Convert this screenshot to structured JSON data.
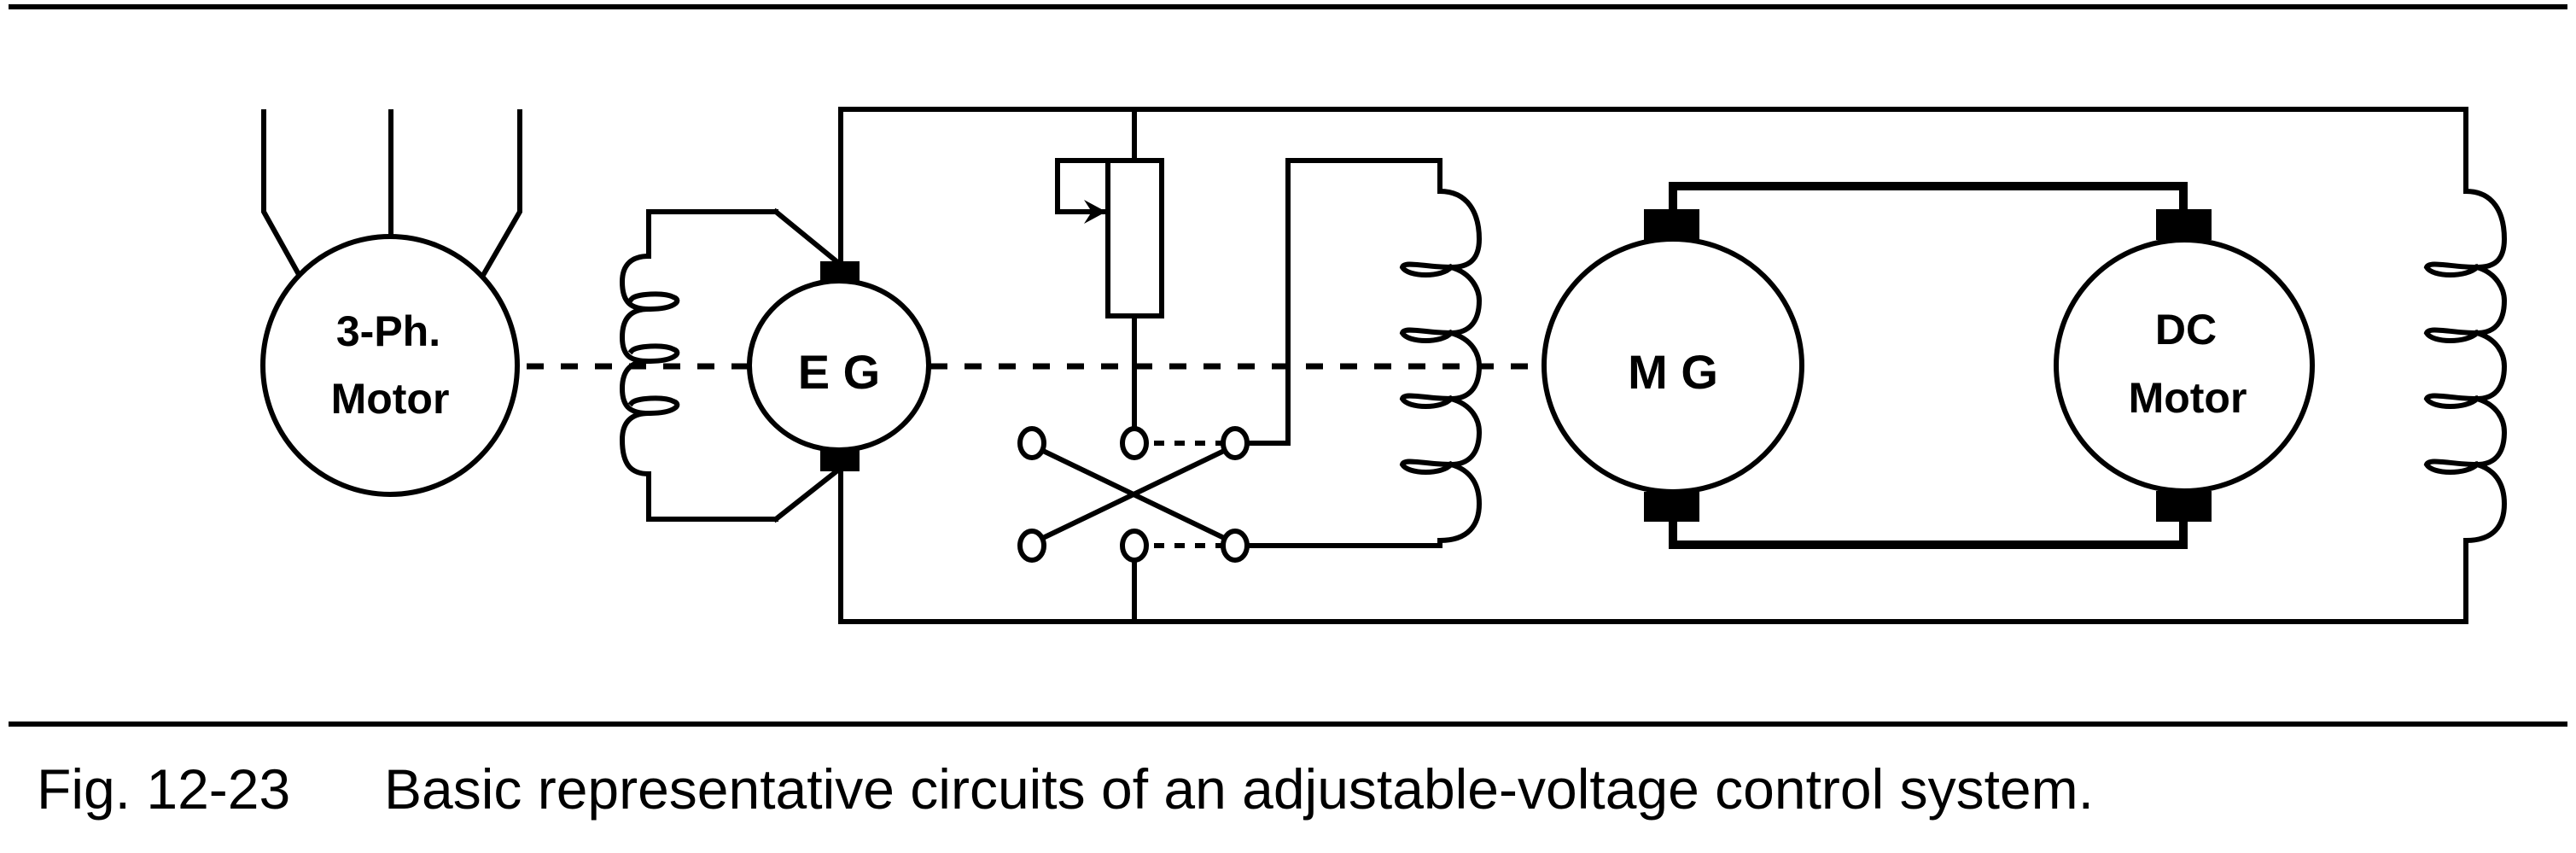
{
  "figure": {
    "number": "Fig. 12-23",
    "caption": "Basic representative circuits of an adjustable-voltage control system."
  },
  "components": {
    "ac_motor": {
      "line1": "3-Ph.",
      "line2": "Motor"
    },
    "exciter_generator": {
      "label": "E G"
    },
    "main_generator": {
      "label": "M G"
    },
    "dc_motor": {
      "line1": "DC",
      "line2": "Motor"
    }
  },
  "colors": {
    "ink": "#000000",
    "paper": "#ffffff"
  }
}
